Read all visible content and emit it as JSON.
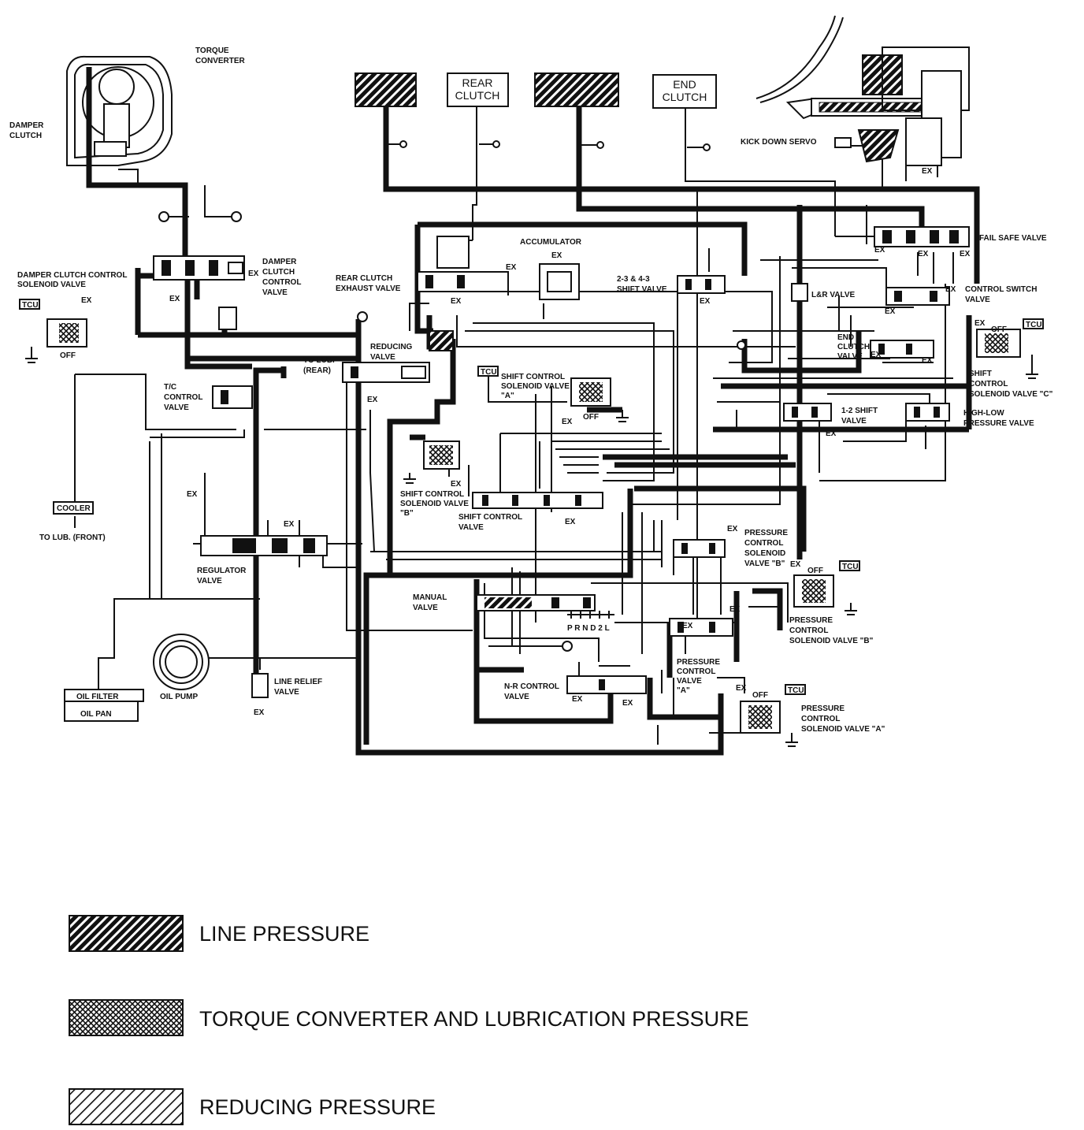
{
  "labels": {
    "torque_converter": [
      "TORQUE",
      "CONVERTER"
    ],
    "damper_clutch": [
      "DAMPER",
      "CLUTCH"
    ],
    "damper_clutch_control_solenoid": [
      "DAMPER CLUTCH CONTROL",
      "SOLENOID VALVE"
    ],
    "damper_clutch_control_valve": [
      "DAMPER",
      "CLUTCH",
      "CONTROL",
      "VALVE"
    ],
    "tc_control_valve": [
      "T/C",
      "CONTROL",
      "VALVE"
    ],
    "to_lub_rear": [
      "TO LUB.",
      "(REAR)"
    ],
    "reducing_valve": [
      "REDUCING",
      "VALVE"
    ],
    "cooler": "COOLER",
    "to_lub_front": "TO LUB. (FRONT)",
    "regulator_valve": [
      "REGULATOR",
      "VALVE"
    ],
    "oil_filter": "OIL FILTER",
    "oil_pan": "OIL PAN",
    "oil_pump": "OIL PUMP",
    "line_relief_valve": [
      "LINE RELIEF",
      "VALVE"
    ],
    "rear_clutch": [
      "REAR",
      "CLUTCH"
    ],
    "end_clutch": [
      "END",
      "CLUTCH"
    ],
    "accumulator": "ACCUMULATOR",
    "rear_clutch_exhaust_valve": [
      "REAR CLUTCH",
      "EXHAUST VALVE"
    ],
    "shift_valve_23_43": [
      "2-3 & 4-3",
      "SHIFT VALVE"
    ],
    "lr_valve": "L&R VALVE",
    "kick_down_servo": "KICK DOWN SERVO",
    "fail_safe_valve": "FAIL SAFE VALVE",
    "control_switch_valve": [
      "CONTROL SWITCH",
      "VALVE"
    ],
    "end_clutch_valve": [
      "END",
      "CLUTCH",
      "VALVE"
    ],
    "shift_control_solenoid_a": [
      "SHIFT CONTROL",
      "SOLENOID VALVE",
      "\"A\""
    ],
    "shift_control_solenoid_b": [
      "SHIFT CONTROL",
      "SOLENOID VALVE",
      "\"B\""
    ],
    "shift_control_solenoid_c": [
      "SHIFT",
      "CONTROL",
      "SOLENOID VALVE \"C\""
    ],
    "shift_control_valve": [
      "SHIFT CONTROL",
      "VALVE"
    ],
    "shift_valve_12": [
      "1-2 SHIFT",
      "VALVE"
    ],
    "high_low_pressure_valve": [
      "HIGH-LOW",
      "PRESSURE VALVE"
    ],
    "manual_valve": [
      "MANUAL",
      "VALVE"
    ],
    "shift_positions": "P R N D 2 L",
    "nr_control_valve": [
      "N-R CONTROL",
      "VALVE"
    ],
    "pressure_control_valve_a": [
      "PRESSURE",
      "CONTROL",
      "VALVE",
      "\"A\""
    ],
    "pressure_control_solenoid_b_upper": [
      "PRESSURE",
      "CONTROL",
      "SOLENOID",
      "VALVE \"B\""
    ],
    "pressure_control_solenoid_b_lower": [
      "PRESSURE",
      "CONTROL",
      "SOLENOID VALVE \"B\""
    ],
    "pressure_control_solenoid_a": [
      "PRESSURE",
      "CONTROL",
      "SOLENOID VALVE \"A\""
    ],
    "tcu": "TCU",
    "ex": "EX",
    "off": "OFF"
  },
  "legend": [
    {
      "label": "LINE PRESSURE",
      "pattern": "line"
    },
    {
      "label": "TORQUE CONVERTER AND LUBRICATION PRESSURE",
      "pattern": "torque"
    },
    {
      "label": "REDUCING PRESSURE",
      "pattern": "reducing"
    }
  ]
}
